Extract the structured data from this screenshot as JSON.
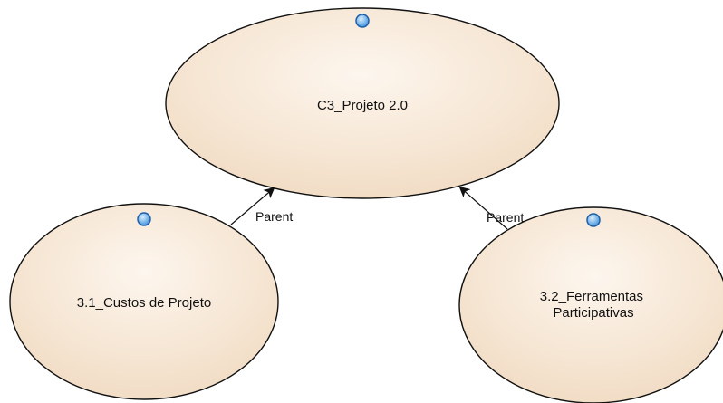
{
  "diagram": {
    "nodes": [
      {
        "id": "root",
        "label_lines": [
          "C3_Projeto 2.0"
        ]
      },
      {
        "id": "child1",
        "label_lines": [
          "3.1_Custos de Projeto"
        ]
      },
      {
        "id": "child2",
        "label_lines": [
          "3.2_Ferramentas",
          "Participativas"
        ]
      }
    ],
    "edges": [
      {
        "from": "child1",
        "to": "root",
        "label": "Parent"
      },
      {
        "from": "child2",
        "to": "root",
        "label": "Parent"
      }
    ]
  },
  "colors": {
    "node_fill_light": "#fdf6ee",
    "node_fill_dark": "#f0d9bf",
    "node_stroke": "#111111",
    "knob_fill_light": "#d9eefc",
    "knob_fill_dark": "#3a8fdc",
    "knob_stroke": "#1f5fa8",
    "edge": "#111111"
  }
}
